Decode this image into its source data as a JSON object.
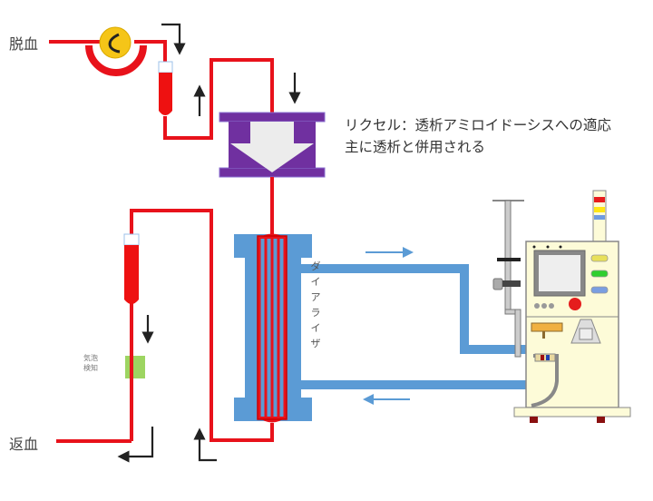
{
  "labels": {
    "blood_out": "脱血",
    "blood_return": "返血",
    "bubble_detector": [
      "気泡",
      "検知"
    ],
    "dialyzer": "ダイアライザ",
    "recycle_note_line1": "リクセル：透析アミロイドーシスへの適応",
    "recycle_note_line2": "主に透析と併用される"
  },
  "components": [
    {
      "name": "blood-pump",
      "color": "#f5c518"
    },
    {
      "name": "drip-chamber-arterial",
      "color": "#ee1111"
    },
    {
      "name": "lixelle-adsorption-column",
      "color": "#7030a0"
    },
    {
      "name": "dialyzer",
      "color": "#5b9bd5"
    },
    {
      "name": "drip-chamber-venous",
      "color": "#ee1111"
    },
    {
      "name": "bubble-detector",
      "color": "#92d050"
    },
    {
      "name": "dialysis-machine",
      "color": "#fdfbd8"
    }
  ],
  "colors": {
    "blood_line": "#e8121b",
    "dialysate_line": "#5b9bd5",
    "column": "#7030a0",
    "arrow": "#222222"
  },
  "machine": {
    "signal_tower": [
      "#e81c1c",
      "#ffe614",
      "#6f9be0"
    ],
    "side_buttons": [
      "#e8e05a",
      "#2fcf2f",
      "#7a9ee0"
    ]
  }
}
